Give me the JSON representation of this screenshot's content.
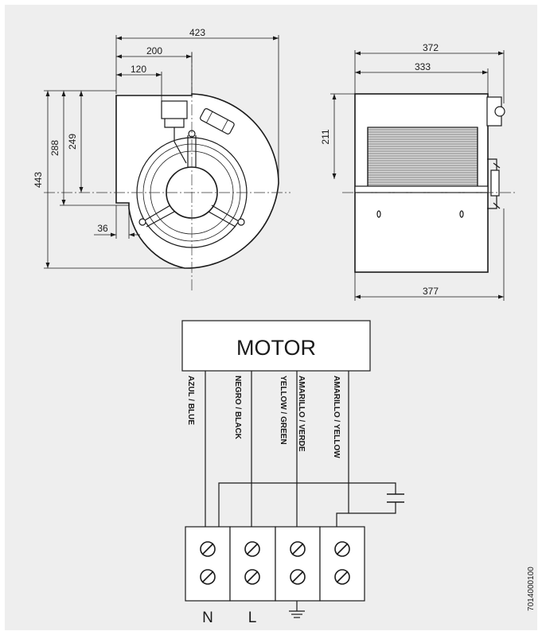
{
  "dimensions": {
    "front_width_total": "423",
    "front_width_mid": "200",
    "front_width_small": "120",
    "front_height_total": "443",
    "front_height_mid": "288",
    "front_height_small": "249",
    "front_offset": "36",
    "side_width_top": "372",
    "side_width_inner": "333",
    "side_width_bottom": "377",
    "side_height": "211"
  },
  "wiring": {
    "motor_label": "MOTOR",
    "wires": [
      "AZUL / BLUE",
      "NEGRO / BLACK",
      "YELLOW / GREEN",
      "AMARILLO / VERDE",
      "AMARILLO / YELLOW"
    ],
    "terminals": [
      "N",
      "L"
    ],
    "ground_symbol": "ground-icon"
  },
  "document_code": "7014000100",
  "colors": {
    "panel_background": "#eeeeee",
    "line": "#1a1a1a"
  }
}
